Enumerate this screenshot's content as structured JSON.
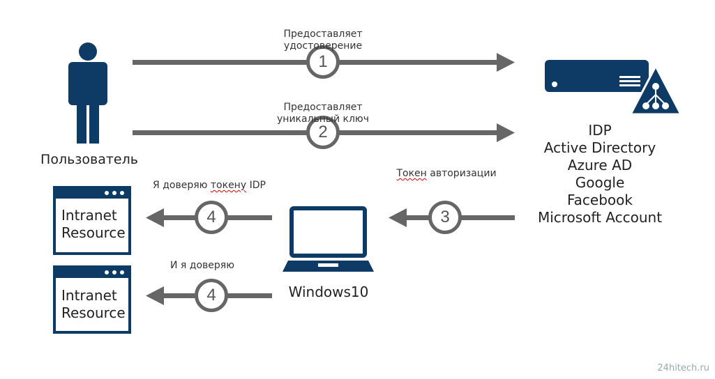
{
  "user": {
    "label": "Пользователь"
  },
  "steps": {
    "s1": {
      "number": "1",
      "label_line1": "Предоставляет",
      "label_line2": "удостоверение"
    },
    "s2": {
      "number": "2",
      "label_line1": "Предоставляет",
      "label_line2": "уникальный ключ"
    },
    "s3": {
      "number": "3",
      "label_word1": "Токен",
      "label_word2": "авторизации"
    },
    "s4a": {
      "number": "4",
      "label_pre": "Я доверяю ",
      "label_squig": "токену",
      "label_post": " IDP"
    },
    "s4b": {
      "number": "4",
      "label": "И я доверяю"
    }
  },
  "idp": {
    "providers": [
      "IDP",
      "Active Directory",
      "Azure AD",
      "Google",
      "Facebook",
      "Microsoft Account"
    ]
  },
  "device": {
    "label": "Windows10"
  },
  "resources": [
    {
      "line1": "Intranet",
      "line2": "Resource"
    },
    {
      "line1": "Intranet",
      "line2": "Resource"
    }
  ],
  "watermark": "24hitech.ru",
  "colors": {
    "navy": "#0e3a66",
    "arrow": "#666666",
    "text": "#222222"
  }
}
